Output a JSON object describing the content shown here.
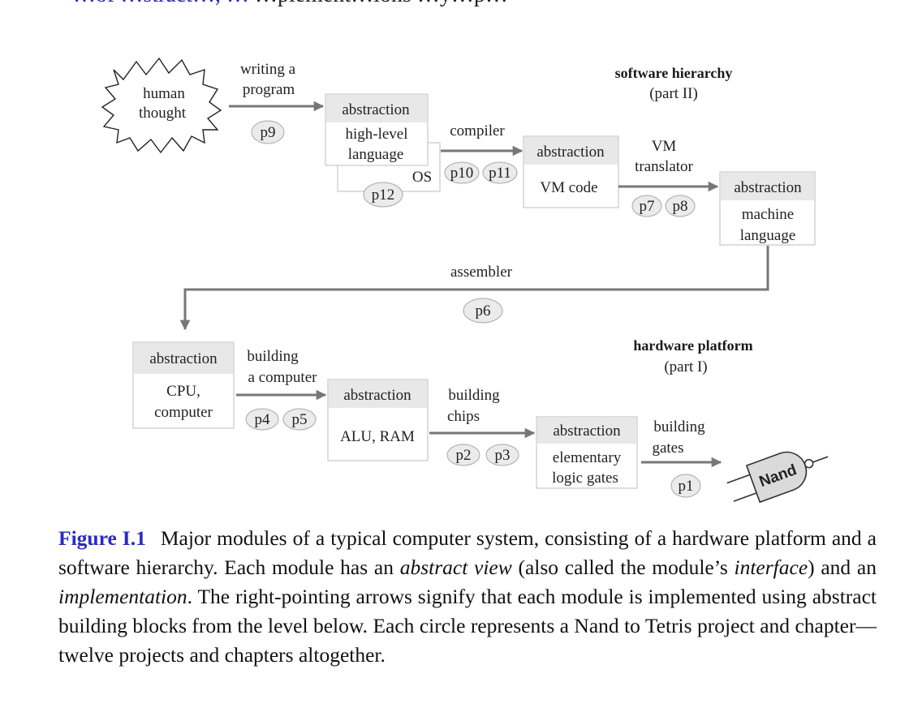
{
  "top_cut_text": {
    "blue": "…of …stract…, …",
    "rest": "…plement…ions …y…p…"
  },
  "headers": {
    "software_title": "software hierarchy",
    "software_sub": "(part II)",
    "hardware_title": "hardware platform",
    "hardware_sub": "(part I)"
  },
  "thought": {
    "line1": "human",
    "line2": "thought"
  },
  "modules": [
    {
      "id": "hll",
      "header": "abstraction",
      "lines": [
        "high-level",
        "language"
      ]
    },
    {
      "id": "vm",
      "header": "abstraction",
      "lines": [
        "VM code"
      ]
    },
    {
      "id": "machine",
      "header": "abstraction",
      "lines": [
        "machine",
        "language"
      ]
    },
    {
      "id": "cpu",
      "header": "abstraction",
      "lines": [
        "CPU,",
        "computer"
      ]
    },
    {
      "id": "alu",
      "header": "abstraction",
      "lines": [
        "ALU, RAM"
      ]
    },
    {
      "id": "logic",
      "header": "abstraction",
      "lines": [
        "elementary",
        "logic gates"
      ]
    }
  ],
  "os_label": "OS",
  "arrow_labels": {
    "writing": [
      "writing a",
      "program"
    ],
    "compiler": [
      "compiler"
    ],
    "vm_translator": [
      "VM",
      "translator"
    ],
    "assembler": [
      "assembler"
    ],
    "building_computer": [
      "building",
      "a computer"
    ],
    "building_chips": [
      "building",
      "chips"
    ],
    "building_gates": [
      "building",
      "gates"
    ]
  },
  "projects": [
    "p9",
    "p10",
    "p11",
    "p12",
    "p7",
    "p8",
    "p6",
    "p4",
    "p5",
    "p2",
    "p3",
    "p1"
  ],
  "nand_label": "Nand",
  "caption": {
    "label": "Figure I.1",
    "t1": "Major modules of a typical computer system, consisting of a hardware platform and a software hierarchy. Each module has an ",
    "e1": "abstract view",
    "t2": " (also called the module’s ",
    "e2": "interface",
    "t3": ") and an ",
    "e3": "implementation",
    "t4": ". The right-pointing arrows signify that each module is implemented using abstract building blocks from the level below. Each circle represents a Nand to Tetris project and chapter—twelve projects and chapters altogether."
  }
}
